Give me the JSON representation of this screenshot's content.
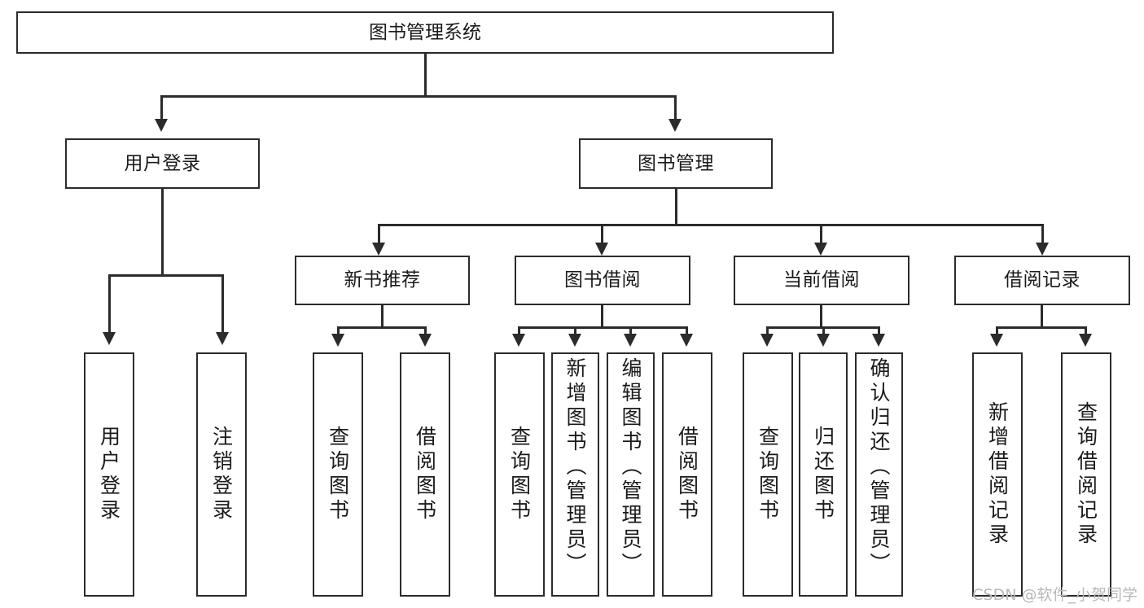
{
  "diagram": {
    "title": "图书管理系统",
    "type": "functional-structure-tree",
    "root": {
      "label": "图书管理系统"
    },
    "level2": [
      {
        "label": "用户登录"
      },
      {
        "label": "图书管理"
      }
    ],
    "level3": [
      {
        "label": "新书推荐"
      },
      {
        "label": "图书借阅"
      },
      {
        "label": "当前借阅"
      },
      {
        "label": "借阅记录"
      }
    ],
    "leaves": {
      "user_login": [
        {
          "label": "用户登录"
        },
        {
          "label": "注销登录"
        }
      ],
      "new_book_recommend": [
        {
          "label": "查询图书"
        },
        {
          "label": "借阅图书"
        }
      ],
      "book_borrow": [
        {
          "label": "查询图书"
        },
        {
          "label": "新增图书（管理员）"
        },
        {
          "label": "编辑图书（管理员）"
        },
        {
          "label": "借阅图书"
        }
      ],
      "current_borrow": [
        {
          "label": "查询图书"
        },
        {
          "label": "归还图书"
        },
        {
          "label": "确认归还（管理员）"
        }
      ],
      "borrow_record": [
        {
          "label": "新增借阅记录"
        },
        {
          "label": "查询借阅记录"
        }
      ]
    }
  },
  "watermark": {
    "text": "CSDN @软件_小贺同学"
  },
  "colors": {
    "stroke": "#2b2b2b",
    "fill": "#ffffff",
    "text": "#1a1a1a",
    "watermark": "#b8b8b8"
  }
}
